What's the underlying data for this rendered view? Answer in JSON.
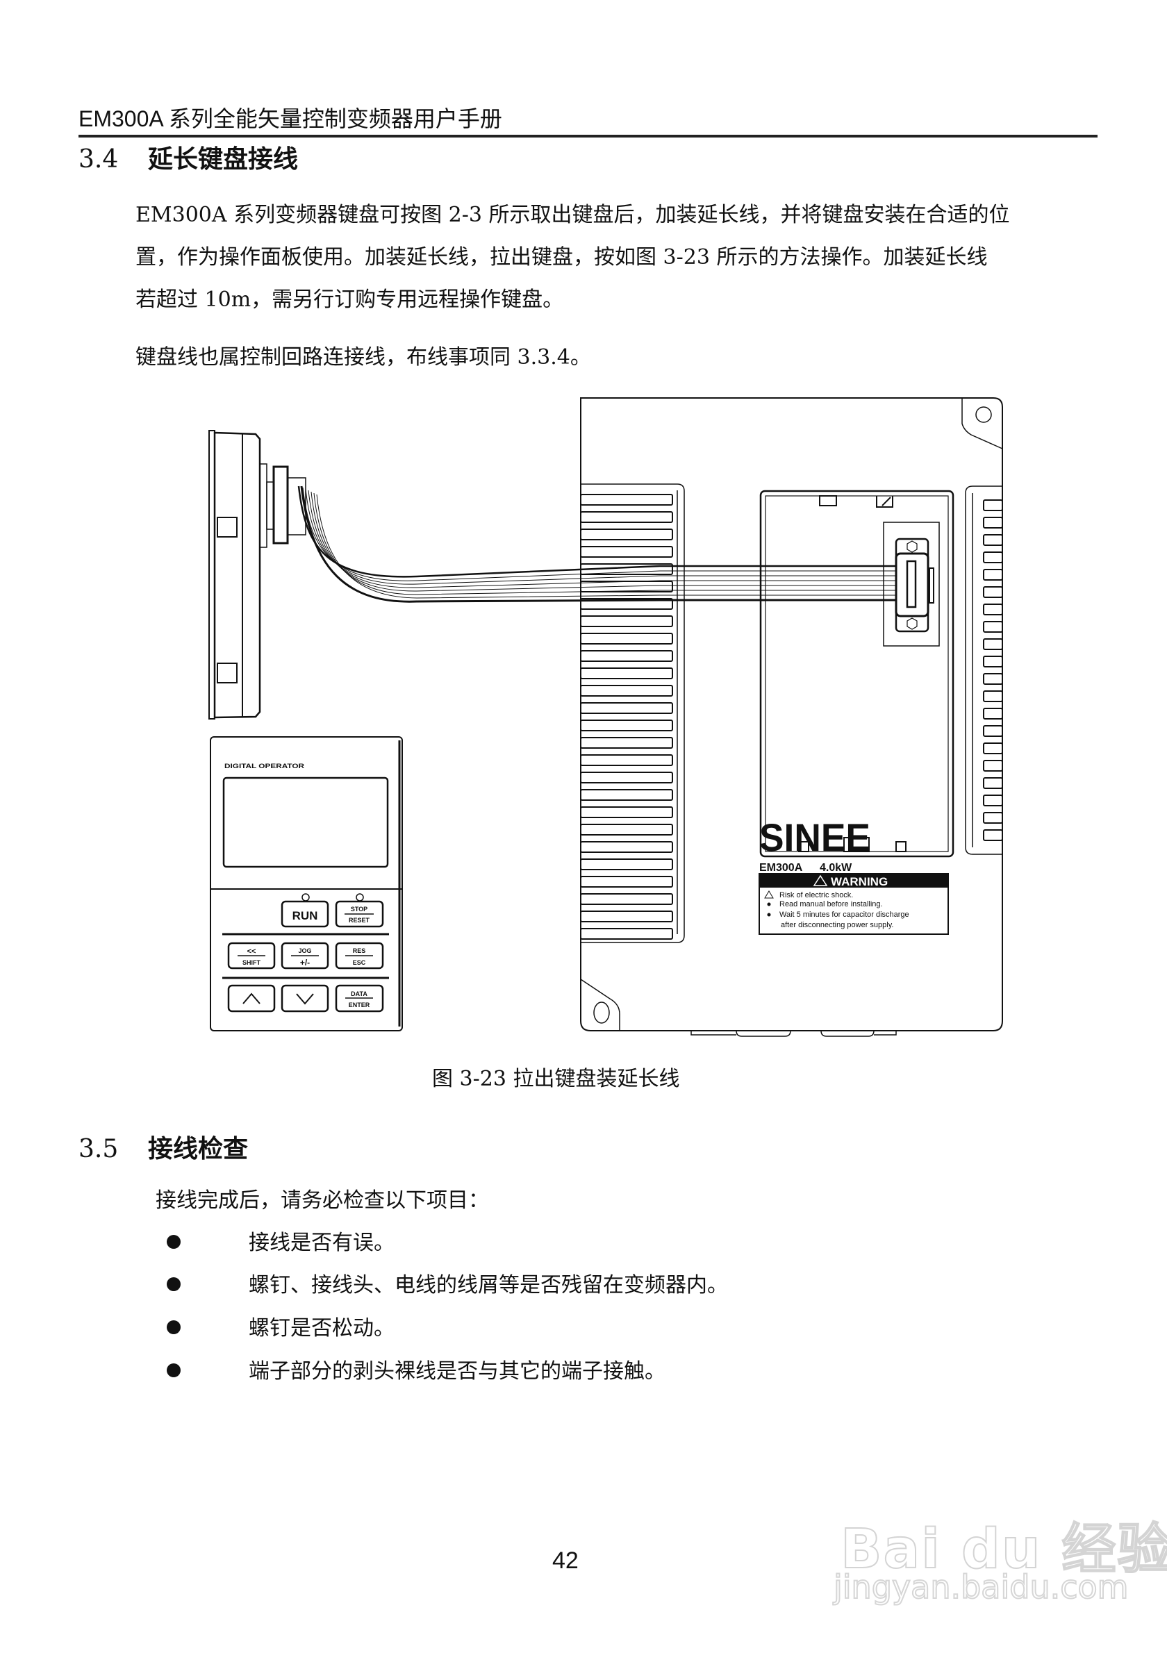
{
  "header": {
    "title": "EM300A 系列全能矢量控制变频器用户手册"
  },
  "section_34": {
    "number": "3.4",
    "title": "延长键盘接线",
    "paragraph_lines": [
      "EM300A 系列变频器键盘可按图 2-3 所示取出键盘后，加装延长线，并将键盘安装在合适的位",
      "置，作为操作面板使用。加装延长线，拉出键盘，按如图 3-23 所示的方法操作。加装延长线",
      "若超过 10m，需另行订购专用远程操作键盘。"
    ],
    "note": "键盘线也属控制回路连接线，布线事项同 3.3.4。"
  },
  "figure": {
    "caption": "图 3-23  拉出键盘装延长线",
    "keypad": {
      "label": "DIGITAL OPERATOR",
      "buttons": [
        {
          "top": "RUN",
          "bottom": ""
        },
        {
          "top": "STOP",
          "bottom": "RESET"
        },
        {
          "top": "<<",
          "bottom": "SHIFT"
        },
        {
          "top": "JOG",
          "bottom": "+/-"
        },
        {
          "top": "RES",
          "bottom": "ESC"
        },
        {
          "top": "∧",
          "bottom": ""
        },
        {
          "top": "∨",
          "bottom": ""
        },
        {
          "top": "DATA",
          "bottom": "ENTER"
        }
      ]
    },
    "drive": {
      "brand": "SINEE",
      "model": "EM300A",
      "power": "4.0kW",
      "warning_title": "WARNING",
      "warning_lines": [
        "Risk of electric shock.",
        "Read manual before installing.",
        "Wait 5 minutes for capacitor discharge",
        "after disconnecting power supply."
      ]
    }
  },
  "section_35": {
    "number": "3.5",
    "title": "接线检查",
    "intro": "接线完成后，请务必检查以下项目：",
    "items": [
      "接线是否有误。",
      "螺钉、接线头、电线的线屑等是否残留在变频器内。",
      "螺钉是否松动。",
      "端子部分的剥头裸线是否与其它的端子接触。"
    ]
  },
  "footer": {
    "page_number": "42"
  },
  "watermark": {
    "logo": "Bai du 经验",
    "url": "jingyan.baidu.com"
  }
}
